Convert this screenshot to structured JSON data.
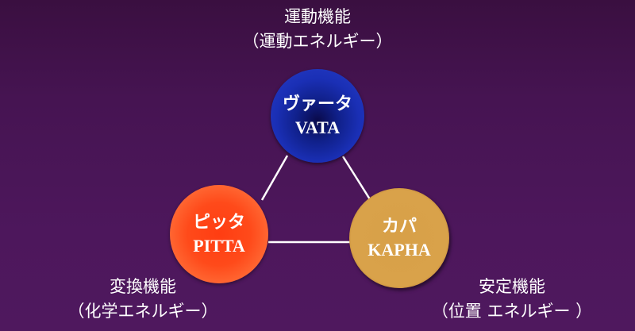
{
  "nodes": {
    "vata": {
      "jp": "ヴァータ",
      "en": "VATA",
      "color": "#1a2fb5",
      "function": "運動機能",
      "energy": "（運動エネルギー）"
    },
    "pitta": {
      "jp": "ピッタ",
      "en": "PITTA",
      "color": "#ff4a1a",
      "function": "変換機能",
      "energy": "（化学エネルギー）"
    },
    "kapha": {
      "jp": "カパ",
      "en": "KAPHA",
      "color": "#d9a24a",
      "function": "安定機能",
      "energy": "（位置 エネルギー ）"
    }
  },
  "edges": [
    [
      "vata",
      "pitta"
    ],
    [
      "vata",
      "kapha"
    ],
    [
      "pitta",
      "kapha"
    ]
  ],
  "background_color": "#4a165a"
}
